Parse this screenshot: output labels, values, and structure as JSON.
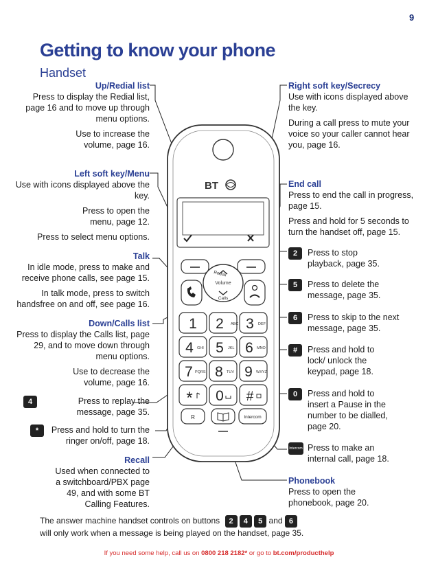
{
  "page_number": "9",
  "title": "Getting to know your phone",
  "subtitle": "Handset",
  "phone": {
    "brand": "BT",
    "nav_up": "Redial",
    "nav_center": "Volume",
    "nav_down": "Calls",
    "keys": {
      "k1": "1",
      "k2": "2",
      "k2_sub": "ABC",
      "k3": "3",
      "k3_sub": "DEF",
      "k4": "4",
      "k4_sub": "GHI",
      "k5": "5",
      "k5_sub": "JKL",
      "k6": "6",
      "k6_sub": "MNO",
      "k7": "7",
      "k7_sub": "PQRS",
      "k8": "8",
      "k8_sub": "TUV",
      "k9": "9",
      "k9_sub": "WXYZ",
      "kstar": "*",
      "k0": "0",
      "khash": "#",
      "recall": "R",
      "intercom": "Intercom"
    }
  },
  "left": {
    "upredial": {
      "heading": "Up/Redial list",
      "p1": "Press to display the Redial list, page 16 and to move up through menu options.",
      "p2": "Use to increase the volume, page 16."
    },
    "leftsoft": {
      "heading": "Left soft key/Menu",
      "p1": "Use with icons displayed above the key.",
      "p2": "Press to open the menu, page 12.",
      "p3": "Press to select menu options."
    },
    "talk": {
      "heading": "Talk",
      "p1": "In idle mode, press to make and receive phone calls, see page 15.",
      "p2": "In talk mode, press to switch handsfree on and off, see page 16."
    },
    "downcalls": {
      "heading": "Down/Calls list",
      "p1": "Press to display the Calls list, page 29, and to move down through menu options.",
      "p2": "Use to decrease the volume, page 16."
    },
    "key4": {
      "key": "4",
      "text": "Press to replay the message, page 35."
    },
    "keystar": {
      "key": "*",
      "text": "Press and hold to turn the ringer on/off, page 18."
    },
    "recall": {
      "heading": "Recall",
      "p1": "Used when connected to a switchboard/PBX page 49, and with some BT Calling Features."
    }
  },
  "right": {
    "rightsoft": {
      "heading": "Right soft key/Secrecy",
      "p1": "Use with icons displayed above the key.",
      "p2": "During a call press to mute your voice so your caller cannot hear you, page 16."
    },
    "endcall": {
      "heading": "End call",
      "p1": "Press to end the call in progress, page 15.",
      "p2": "Press and hold for 5 seconds to turn the handset off, page 15."
    },
    "key2": {
      "key": "2",
      "text": "Press to stop playback, page 35."
    },
    "key5": {
      "key": "5",
      "text": "Press to delete the message, page 35."
    },
    "key6": {
      "key": "6",
      "text": "Press to skip to the next message, page 35."
    },
    "keyhash": {
      "key": "#",
      "text": "Press and hold to lock/ unlock the keypad, page 18."
    },
    "key0": {
      "key": "0",
      "text": "Press and hold to insert a Pause in the number to be dialled, page 20."
    },
    "intercom": {
      "key": "Intercom",
      "text": "Press to make an internal call, page 18."
    },
    "phonebook": {
      "heading": "Phonebook",
      "p1": "Press to open the phonebook, page 20."
    }
  },
  "note": {
    "line1_pre": "The answer machine handset controls on buttons",
    "k2": "2",
    "k4": "4",
    "k5": "5",
    "and": "and",
    "k6": "6",
    "line2": "will only work when a message is being played on the handset, page 35."
  },
  "footer": {
    "pre": "If you need some help, call us on",
    "phone": "0800 218 2182*",
    "mid": "or go to",
    "url": "bt.com/producthelp"
  }
}
